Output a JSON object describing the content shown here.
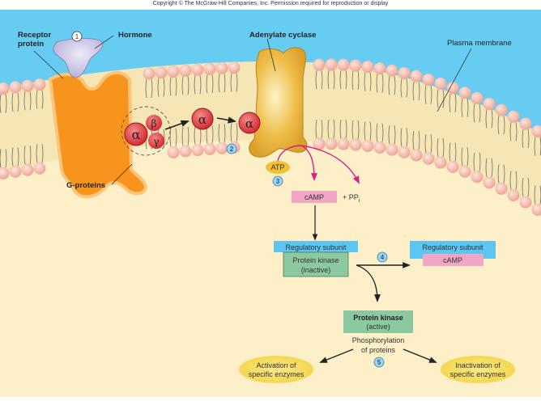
{
  "copyright": "Copyright © The McGraw-Hill Companies, Inc. Permission required for reproduction or display",
  "colors": {
    "extracellular": "#66ccf2",
    "cytoplasm": "#fdf0c8",
    "membrane_core": "#f5e4b0",
    "phospholipid_head": "#f5b8a8",
    "receptor": "#f7941d",
    "hormone": "#c9c3e3",
    "adenylate_cyclase": "#e8b53a",
    "g_protein": "#e0383e",
    "camp_box": "#f2a6c6",
    "regulatory_box": "#5cc6f0",
    "kinase_box": "#8cc9a0",
    "enzyme_ellipse": "#f7df5a",
    "arrow_magenta": "#d6208a",
    "step_circle": "#9fd4ee"
  },
  "labels": {
    "receptor_protein_line1": "Receptor",
    "receptor_protein_line2": "protein",
    "hormone": "Hormone",
    "adenylate_cyclase": "Adenylate cyclase",
    "plasma_membrane": "Plasma membrane",
    "g_proteins": "G-proteins",
    "atp": "ATP",
    "camp": "cAMP",
    "ppi": "+ PP",
    "ppi_sub": "i",
    "regulatory_subunit": "Regulatory subunit",
    "protein_kinase_inactive_line1": "Protein kinase",
    "protein_kinase_inactive_line2": "(inactive)",
    "regulatory_subunit_right": "Regulatory subunit",
    "camp_right": "cAMP",
    "protein_kinase_active_line1": "Protein kinase",
    "protein_kinase_active_line2": "(active)",
    "phosphorylation_line1": "Phosphorylation",
    "phosphorylation_line2": "of proteins",
    "activation_line1": "Activation of",
    "activation_line2": "specific enzymes",
    "inactivation_line1": "Inactivation of",
    "inactivation_line2": "specific enzymes"
  },
  "greek": {
    "alpha": "α",
    "beta": "β",
    "gamma": "γ"
  },
  "steps": [
    "1",
    "2",
    "3",
    "4",
    "5"
  ]
}
